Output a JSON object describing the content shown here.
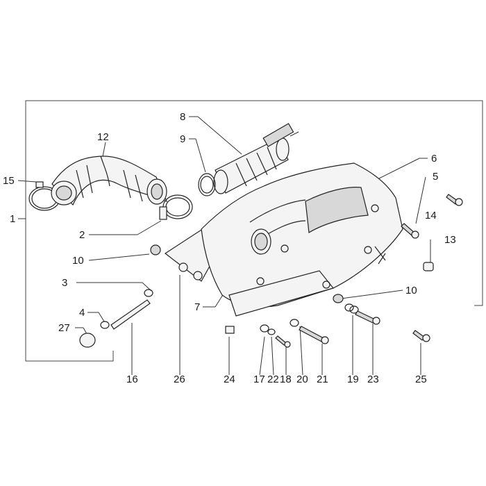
{
  "colors": {
    "ink": "#1a1a1a",
    "background": "#ffffff"
  },
  "labels": [
    {
      "id": "1",
      "text": "1"
    },
    {
      "id": "2",
      "text": "2"
    },
    {
      "id": "3",
      "text": "3"
    },
    {
      "id": "4",
      "text": "4"
    },
    {
      "id": "5",
      "text": "5"
    },
    {
      "id": "6",
      "text": "6"
    },
    {
      "id": "7",
      "text": "7"
    },
    {
      "id": "8",
      "text": "8"
    },
    {
      "id": "9",
      "text": "9"
    },
    {
      "id": "10a",
      "text": "10"
    },
    {
      "id": "10b",
      "text": "10"
    },
    {
      "id": "12",
      "text": "12"
    },
    {
      "id": "13",
      "text": "13"
    },
    {
      "id": "14",
      "text": "14"
    },
    {
      "id": "15",
      "text": "15"
    },
    {
      "id": "16",
      "text": "16"
    },
    {
      "id": "17",
      "text": "17"
    },
    {
      "id": "18",
      "text": "18"
    },
    {
      "id": "19",
      "text": "19"
    },
    {
      "id": "20",
      "text": "20"
    },
    {
      "id": "21",
      "text": "21"
    },
    {
      "id": "22",
      "text": "22"
    },
    {
      "id": "23",
      "text": "23"
    },
    {
      "id": "24",
      "text": "24"
    },
    {
      "id": "25",
      "text": "25"
    },
    {
      "id": "26",
      "text": "26"
    },
    {
      "id": "27",
      "text": "27"
    }
  ]
}
